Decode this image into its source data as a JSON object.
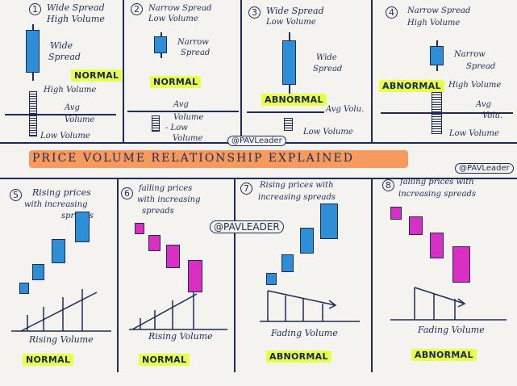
{
  "title": "PRICE VOLUME RELATIONSHIP EXPLAINED",
  "watermarks": [
    "@PAVLeader",
    "@PAVLEADER",
    "@PAVLeader"
  ],
  "top_panels": [
    {
      "num": "1",
      "title_1": "Wide Spread",
      "title_2": "High Volume",
      "candle_label_1": "Wide",
      "candle_label_2": "Spread",
      "volume_label": "High Volume",
      "avg_label": "Avg",
      "avg_label_2": "Volume",
      "tag": "NORMAL"
    },
    {
      "num": "2",
      "title_1": "Narrow Spread",
      "title_2": "Low Volume",
      "candle_label_1": "Narrow",
      "candle_label_2": "Spread",
      "avg_label": "Avg",
      "avg_label_2": "Volume",
      "volume_label_1": "- Low",
      "volume_label_2": "Volume",
      "tag": "NORMAL"
    },
    {
      "num": "3",
      "title_1": "Wide Spread",
      "title_2": "Low Volume",
      "candle_label_1": "Wide",
      "candle_label_2": "Spread",
      "avg_label": "Avg Volu.",
      "volume_label": "Low Volume",
      "tag": "ABNORMAL"
    },
    {
      "num": "4",
      "title_1": "Narrow Spread",
      "title_2": "High Volume",
      "candle_label_1": "Narrow",
      "candle_label_2": "Spread",
      "volume_label": "High Volume",
      "avg_label": "Avg",
      "avg_label_2": "Volu.",
      "volume_label_low": "Low Volume",
      "tag": "ABNORMAL"
    }
  ],
  "bottom_panels": [
    {
      "num": "5",
      "title_1": "Rising prices",
      "title_2": "with increasing",
      "title_3": "spreads",
      "volume_label": "Rising Volume",
      "tag": "NORMAL"
    },
    {
      "num": "6",
      "title_1": "falling prices",
      "title_2": "with increasing",
      "title_3": "spreads",
      "volume_label": "Rising Volume",
      "tag": "NORMAL"
    },
    {
      "num": "7",
      "title_1": "Rising prices with",
      "title_2": "increasing spreads",
      "volume_label": "Fading Volume",
      "tag": "ABNORMAL"
    },
    {
      "num": "8",
      "title_1": "falling prices with",
      "title_2": "increasing spreads",
      "volume_label": "Fading Volume",
      "tag": "ABNORMAL"
    }
  ],
  "colors": {
    "paper": "#f4f3f0",
    "ink": "#1d2b57",
    "blue_candle": "#2f8fd6",
    "pink_candle": "#d92fc2",
    "highlighter": "#e9ff45",
    "banner": "#f79a5d"
  }
}
